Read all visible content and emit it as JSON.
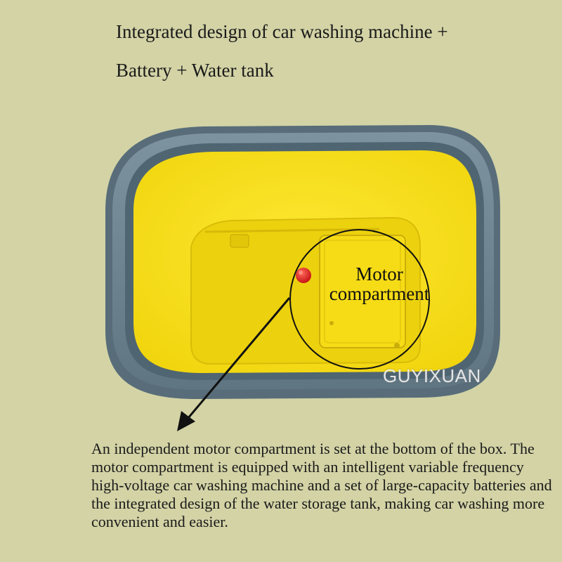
{
  "heading": {
    "line1": "Integrated design of car washing machine +",
    "line2": "Battery + Water tank"
  },
  "callout": {
    "line1": "Motor",
    "line2": "compartment"
  },
  "watermark": "GUYIXUAN",
  "description": "An independent motor compartment is set at the bottom of the box. The motor compartment is equipped with an intelligent variable frequency high-voltage car washing machine and a set of large-capacity batteries and the integrated design of the water storage tank, making car washing more convenient and easier.",
  "colors": {
    "background": "#d3d3a6",
    "tank_interior": "#fbe214",
    "tank_rim": "#6e8593",
    "red_knob": "#e0141a"
  }
}
